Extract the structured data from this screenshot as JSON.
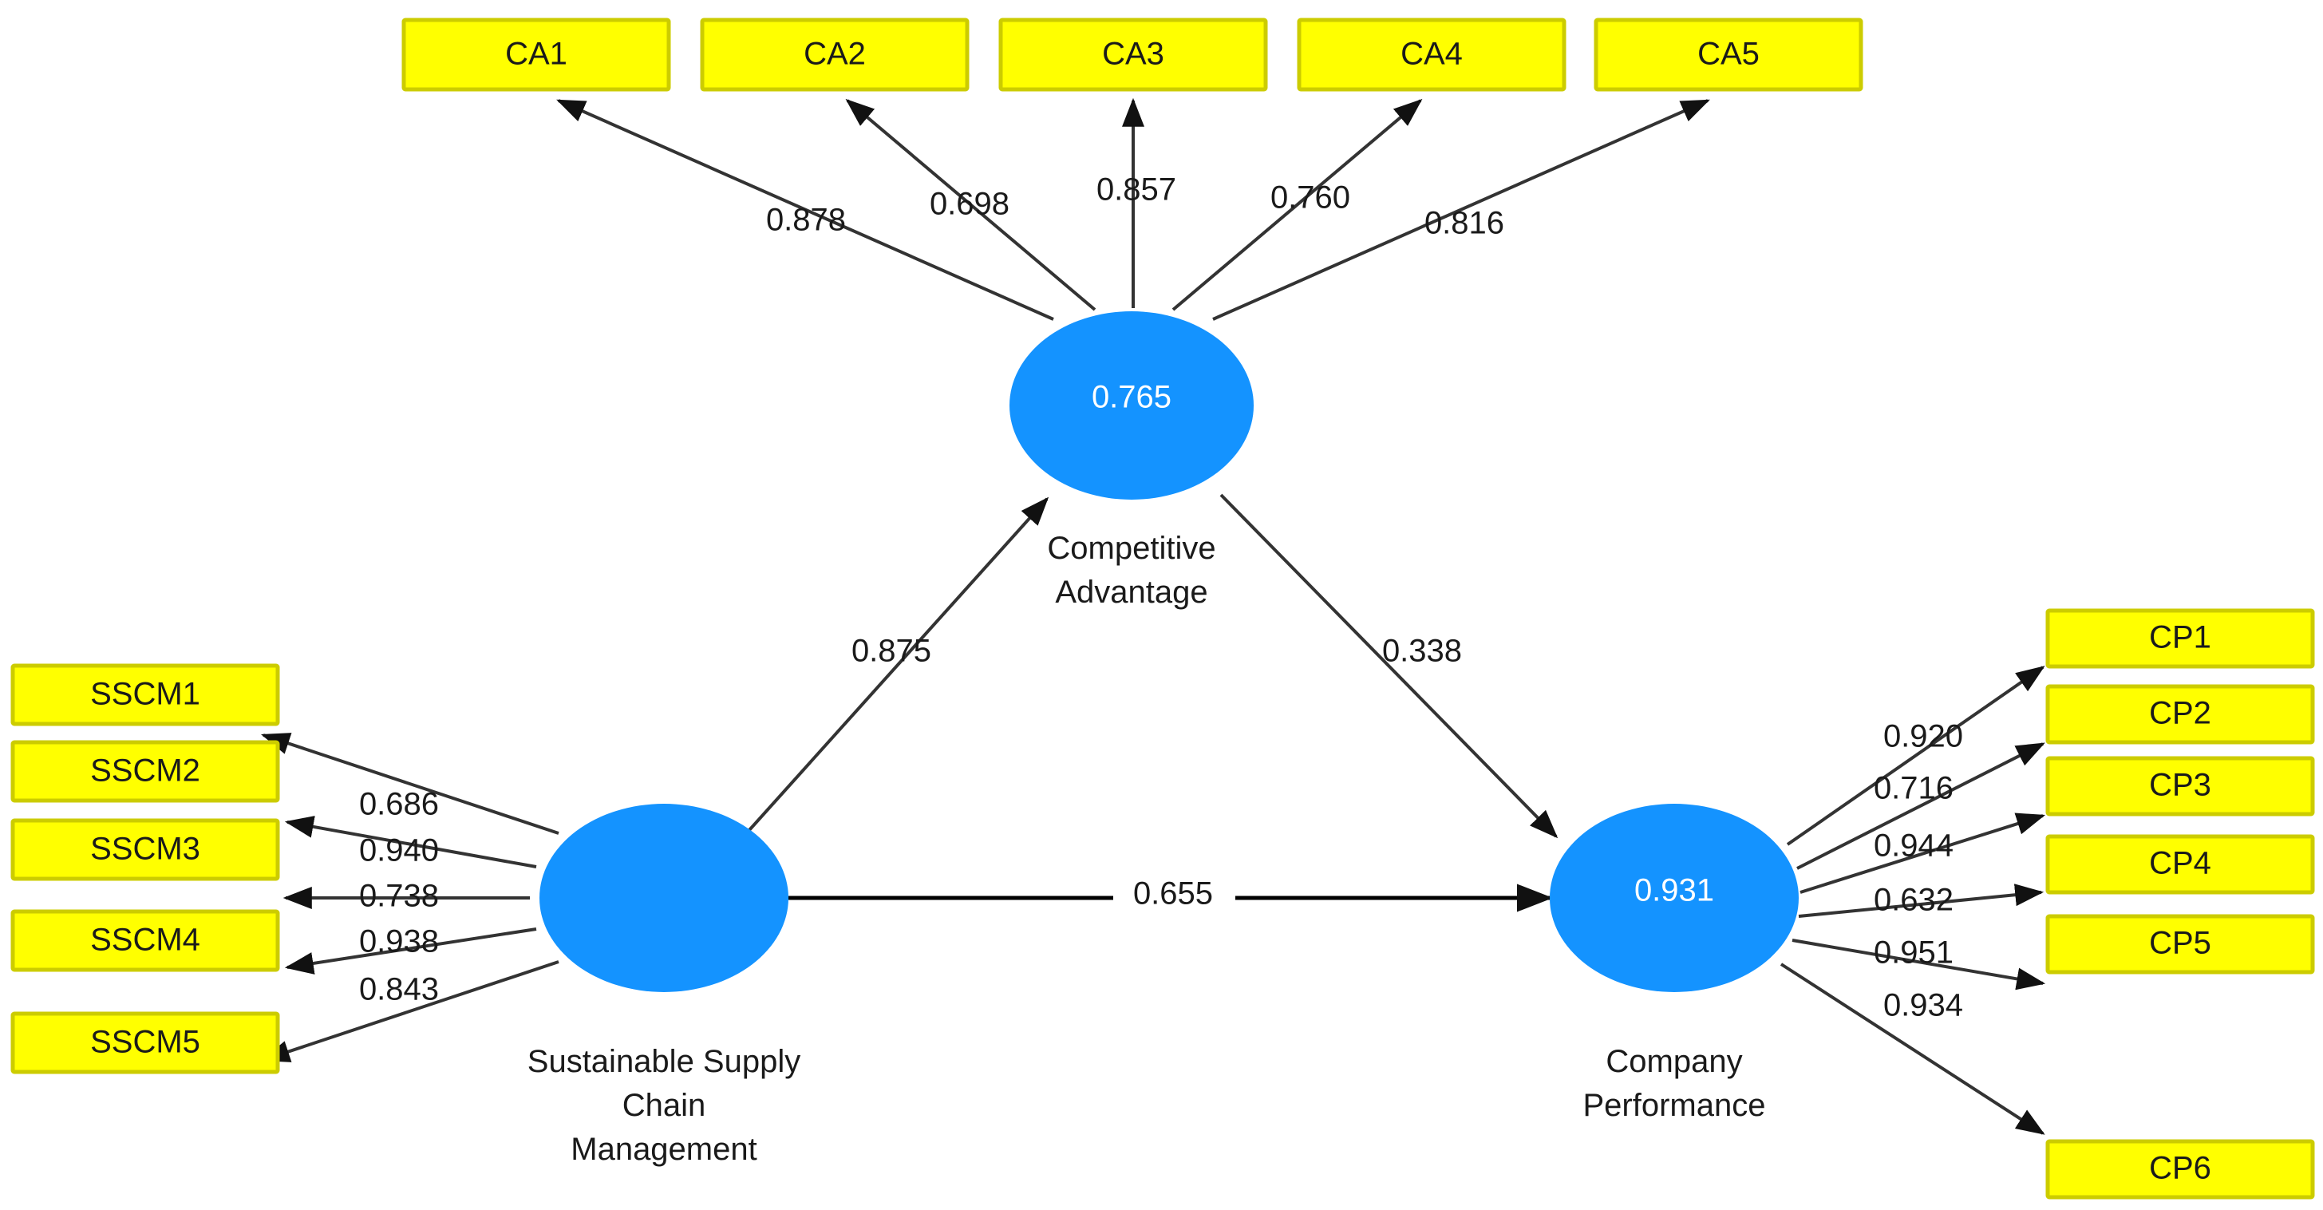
{
  "diagram": {
    "type": "sem-path-diagram",
    "title": "",
    "colors": {
      "indicator_fill": "#ffff00",
      "indicator_border": "#cccc00",
      "construct_fill": "#1493ff",
      "path_stroke": "#333333",
      "text": "#1a1a1a",
      "background": "#ffffff"
    }
  },
  "chart_data": {
    "type": "diagram",
    "title": "",
    "constructs": [
      {
        "id": "CA",
        "name": "Competitive Advantage",
        "caption_lines": [
          "Competitive",
          "Advantage"
        ],
        "r_squared": "0.765",
        "indicators": [
          "CA1",
          "CA2",
          "CA3",
          "CA4",
          "CA5"
        ],
        "loadings": [
          "0.878",
          "0.698",
          "0.857",
          "0.760",
          "0.816"
        ]
      },
      {
        "id": "SSCM",
        "name": "Sustainable Supply Chain Management",
        "caption_lines": [
          "Sustainable Supply",
          "Chain",
          "Management"
        ],
        "r_squared": "",
        "indicators": [
          "SSCM1",
          "SSCM2",
          "SSCM3",
          "SSCM4",
          "SSCM5"
        ],
        "loadings": [
          "0.686",
          "0.940",
          "0.738",
          "0.938",
          "0.843"
        ]
      },
      {
        "id": "CP",
        "name": "Company Performance",
        "caption_lines": [
          "Company",
          "Performance"
        ],
        "r_squared": "0.931",
        "indicators": [
          "CP1",
          "CP2",
          "CP3",
          "CP4",
          "CP5",
          "CP6"
        ],
        "loadings": [
          "0.920",
          "0.716",
          "0.944",
          "0.632",
          "0.951",
          "0.934"
        ]
      }
    ],
    "structural_paths": [
      {
        "from": "SSCM",
        "to": "CA",
        "coefficient": "0.875"
      },
      {
        "from": "CA",
        "to": "CP",
        "coefficient": "0.338"
      },
      {
        "from": "SSCM",
        "to": "CP",
        "coefficient": "0.655"
      }
    ]
  },
  "ca": {
    "r2": "0.765",
    "caption_line1": "Competitive",
    "caption_line2": "Advantage",
    "indicators": [
      {
        "label": "CA1",
        "loading": "0.878"
      },
      {
        "label": "CA2",
        "loading": "0.698"
      },
      {
        "label": "CA3",
        "loading": "0.857"
      },
      {
        "label": "CA4",
        "loading": "0.760"
      },
      {
        "label": "CA5",
        "loading": "0.816"
      }
    ]
  },
  "sscm": {
    "r2": "",
    "caption_line1": "Sustainable Supply",
    "caption_line2": "Chain",
    "caption_line3": "Management",
    "indicators": [
      {
        "label": "SSCM1",
        "loading": "0.686"
      },
      {
        "label": "SSCM2",
        "loading": "0.940"
      },
      {
        "label": "SSCM3",
        "loading": "0.738"
      },
      {
        "label": "SSCM4",
        "loading": "0.938"
      },
      {
        "label": "SSCM5",
        "loading": "0.843"
      }
    ]
  },
  "cp": {
    "r2": "0.931",
    "caption_line1": "Company",
    "caption_line2": "Performance",
    "indicators": [
      {
        "label": "CP1",
        "loading": "0.920"
      },
      {
        "label": "CP2",
        "loading": "0.716"
      },
      {
        "label": "CP3",
        "loading": "0.944"
      },
      {
        "label": "CP4",
        "loading": "0.632"
      },
      {
        "label": "CP5",
        "loading": "0.951"
      },
      {
        "label": "CP6",
        "loading": "0.934"
      }
    ]
  },
  "paths": {
    "sscm_to_ca": "0.875",
    "ca_to_cp": "0.338",
    "sscm_to_cp": "0.655"
  }
}
